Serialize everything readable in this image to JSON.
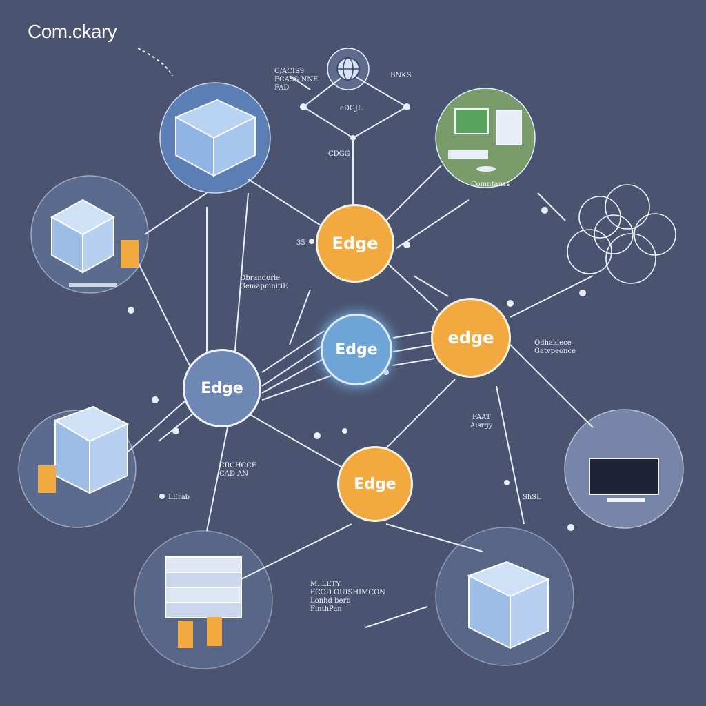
{
  "title": "Com.ckary",
  "nodes": [
    {
      "id": "edge-top",
      "label": "Edge",
      "style": "orange"
    },
    {
      "id": "edge-mid",
      "label": "Edge",
      "style": "blue"
    },
    {
      "id": "edge-right",
      "label": "edge",
      "style": "orange"
    },
    {
      "id": "edge-left",
      "label": "Edge",
      "style": "slate"
    },
    {
      "id": "edge-bottom",
      "label": "Edge",
      "style": "orange"
    }
  ],
  "labels": {
    "top_left_small": "C/ACIS9\nFCASS NNE\nFAD",
    "top_right_small": "BNKS",
    "top_center": "eDGJL",
    "upper_center": "CDGG",
    "left_center_num": "35",
    "left_center": "Obrandorie\nGemapmnitiE",
    "right_center": "Odhaklece\nGatvpeonce",
    "right_mid": "FAAT\nAisrgy",
    "left_lower": "CRCHCCE\nCAD AN",
    "lower_left_small": "LErab",
    "bottom_center": "M. LETY\nFCOD OUISHIMCON\nLonhd berb\nFinthPan",
    "workstation_caption": "Comntanss",
    "lower_right_small": "ShSL"
  },
  "colors": {
    "background": "#4a5470",
    "edge_orange": "#f2a93f",
    "edge_blue": "#6fa4d6",
    "edge_slate": "#6e87b4",
    "bubble_green": "#7a9b6a",
    "bubble_blue": "#5f86c2"
  },
  "icons": [
    "server-cube-icon",
    "datacenter-icon",
    "workstation-icon",
    "mesh-cloud-icon",
    "monitor-icon",
    "server-rack-icon",
    "globe-icon"
  ]
}
